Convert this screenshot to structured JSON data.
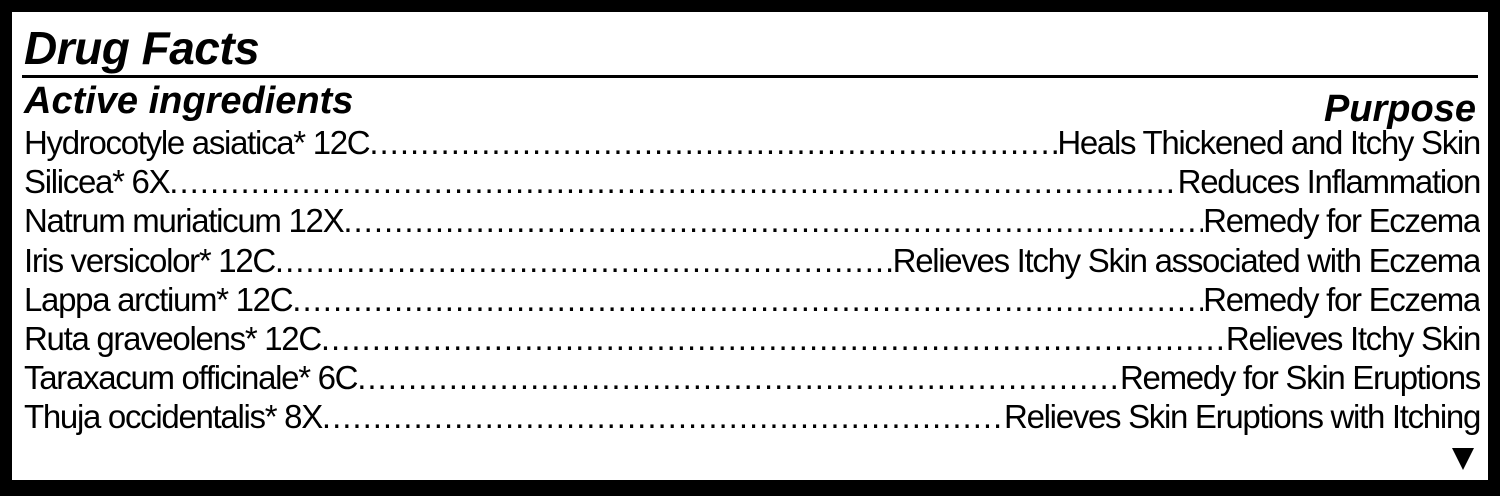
{
  "title": "Drug Facts",
  "section": {
    "heading": "Active ingredients",
    "purpose_heading": "Purpose"
  },
  "ingredients": [
    {
      "name": "Hydrocotyle asiatica* 12C",
      "purpose": "Heals Thickened and Itchy Skin"
    },
    {
      "name": "Silicea* 6X",
      "purpose": "Reduces Inflammation"
    },
    {
      "name": "Natrum muriaticum 12X",
      "purpose": "Remedy for Eczema"
    },
    {
      "name": "Iris versicolor* 12C",
      "purpose": "Relieves Itchy Skin associated with Eczema"
    },
    {
      "name": "Lappa arctium* 12C",
      "purpose": "Remedy for Eczema"
    },
    {
      "name": "Ruta graveolens* 12C",
      "purpose": "Relieves Itchy Skin"
    },
    {
      "name": "Taraxacum officinale* 6C",
      "purpose": "Remedy for Skin Eruptions"
    },
    {
      "name": "Thuja occidentalis* 8X",
      "purpose": "Relieves Skin Eruptions with Itching"
    }
  ],
  "continue_icon": "down-triangle-icon"
}
